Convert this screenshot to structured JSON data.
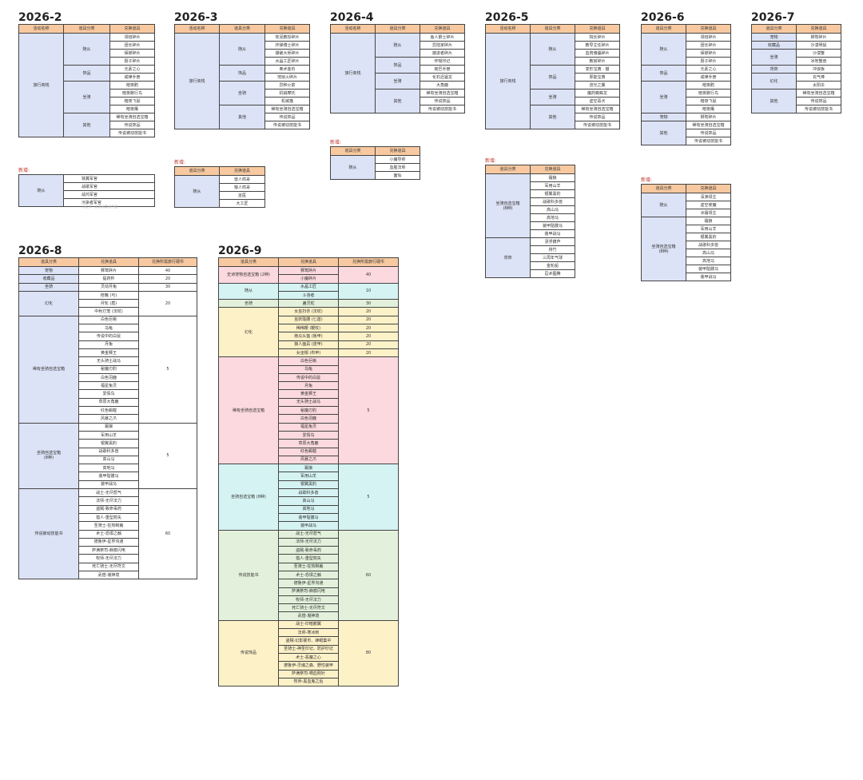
{
  "months": [
    {
      "title": "2026-2",
      "headers": [
        "活动名称",
        "道具分类",
        "兑换道具"
      ],
      "activity": "旅行商栈",
      "groups": [
        {
          "name": "随从",
          "items": [
            "领班碎片",
            "团长碎片",
            "保镖碎片",
            "厨子碎片"
          ]
        },
        {
          "name": "饰品",
          "items": [
            "元素之心",
            "咸律手册"
          ]
        },
        {
          "name": "坐骑",
          "items": [
            "暗夜鹳",
            "暗夜跑行鸟",
            "暗夜飞鼠",
            "暗夜鹰"
          ]
        },
        {
          "name": "其他",
          "items": [
            "稀有坐骑自选宝箱",
            "传说饰品",
            "传说被动技能书"
          ]
        }
      ],
      "new_label": "新增:",
      "new_groups": [
        {
          "name": "随从",
          "items": [
            "铁翼军官",
            "战歌军官",
            "战鸿军官",
            "污染者军官"
          ]
        }
      ],
      "watermark": "小红书 · 苏苏有套有手速"
    },
    {
      "title": "2026-3",
      "headers": [
        "活动名称",
        "道具分类",
        "兑换道具"
      ],
      "activity": "旅行商栈",
      "groups": [
        {
          "name": "随从",
          "items": [
            "软泥教授碎片",
            "炸弹博士碎片",
            "爆破大师碎片",
            "水晶工匠碎片"
          ]
        },
        {
          "name": "饰品",
          "items": [
            "奥术金石",
            "地狱火碎片"
          ]
        },
        {
          "name": "坐骑",
          "items": [
            "异种火箭",
            "机械摩托",
            "机械猫"
          ]
        },
        {
          "name": "其他",
          "items": [
            "稀有坐骑自选宝箱",
            "传说饰品",
            "传说被动技能书"
          ]
        }
      ],
      "new_label": "新增:",
      "new_headers": [
        "道具分类",
        "兑换道具"
      ],
      "new_groups": [
        {
          "name": "随从",
          "items": [
            "兽人鸣哥",
            "矮人鸣哥",
            "巫医",
            "大工匠"
          ]
        }
      ]
    },
    {
      "title": "2026-4",
      "headers": [
        "活动名称",
        "道具分类",
        "兑换道具"
      ],
      "activity": "旅行商栈",
      "groups": [
        {
          "name": "随从",
          "items": [
            "鱼人爵士碎片",
            "异陆家碎片",
            "旗进者碎片"
          ]
        },
        {
          "name": "饰品",
          "items": [
            "怀帽印记",
            "拖巴手册"
          ]
        },
        {
          "name": "坐骑",
          "items": [
            "化石迅猛龙",
            "大角鹿"
          ]
        },
        {
          "name": "其他",
          "items": [
            "稀有坐骑自选宝箱",
            "传说饰品",
            "传说被动技能书"
          ]
        }
      ],
      "new_label": "新增:",
      "new_headers": [
        "道具分类",
        "兑换道具"
      ],
      "new_groups": [
        {
          "name": "随从",
          "items": [
            "小魔导师",
            "血腥法师",
            "面仙"
          ]
        }
      ]
    },
    {
      "title": "2026-5",
      "headers": [
        "活动名称",
        "道具分类",
        "兑换道具"
      ],
      "activity": "旅行商栈",
      "groups": [
        {
          "name": "随从",
          "items": [
            "院长碎片",
            "教导主任碎片",
            "血肉傀儡碎片",
            "教官碎片"
          ]
        },
        {
          "name": "饰品",
          "items": [
            "变形宝典 · 猫",
            "邪能宝典",
            "流光之翼"
          ]
        },
        {
          "name": "坐骑",
          "items": [
            "魔药蜘蛛龙",
            "虚空恶犬"
          ]
        },
        {
          "name": "其他",
          "items": [
            "稀有坐骑自选宝箱",
            "传说饰品",
            "传说被动技能书"
          ]
        }
      ],
      "new_label": "新增:",
      "new_headers": [
        "道具分类",
        "兑换道具"
      ],
      "new_groups": [
        {
          "name": "坐骑自选宝箱\n(8种)",
          "items": [
            "霜狼",
            "军用山羊",
            "银翼黑豹",
            "战歌科多兽",
            "高山马",
            "高地马",
            "装甲骷髅马",
            "装甲战马"
          ]
        },
        {
          "name": "背饰",
          "items": [
            "漂浮葫芦",
            "将竹",
            "三周年气球",
            "金轮船",
            "忍术图腾"
          ]
        }
      ]
    },
    {
      "title": "2026-6",
      "headers": [
        "道具分类",
        "兑换道具"
      ],
      "groups": [
        {
          "name": "随从",
          "items": [
            "领班碎片",
            "团长碎片",
            "保镖碎片",
            "厨子碎片"
          ]
        },
        {
          "name": "饰品",
          "items": [
            "元素之心",
            "咸律手册"
          ]
        },
        {
          "name": "坐骑",
          "items": [
            "暗夜鹳",
            "暗夜跑行鸟",
            "暗夜飞鼠",
            "暗夜鹰"
          ]
        },
        {
          "name": "宠物",
          "items": [
            "狮鹫碎片"
          ]
        },
        {
          "name": "其他",
          "items": [
            "稀有坐骑自选宝箱",
            "传说饰品",
            "传说被动技能书"
          ]
        }
      ],
      "new_label": "新增:",
      "new_headers": [
        "道具分类",
        "兑换道具"
      ],
      "new_groups": [
        {
          "name": "随从",
          "items": [
            "深渊领主",
            "虚空使魔",
            "冰霜领主"
          ]
        },
        {
          "name": "坐骑自选宝箱\n(8种)",
          "items": [
            "霜狼",
            "军用山羊",
            "银翼黑豹",
            "战歌科多兽",
            "高山马",
            "高地马",
            "装甲骷髅马",
            "装甲战马"
          ]
        }
      ]
    },
    {
      "title": "2026-7",
      "headers": [
        "道具分类",
        "兑换道具"
      ],
      "groups": [
        {
          "name": "宠物",
          "items": [
            "狮鹫碎片"
          ]
        },
        {
          "name": "收藏品",
          "items": [
            "沙漠明鼠"
          ]
        },
        {
          "name": "坐骑",
          "items": [
            "沙漠蟹",
            "冰地蟹兽"
          ]
        },
        {
          "name": "背饰",
          "items": [
            "冲浪板"
          ]
        },
        {
          "name": "幻化",
          "items": [
            "充气棒",
            "太阳伞"
          ]
        },
        {
          "name": "其他",
          "items": [
            "稀有坐骑自选宝箱",
            "传说饰品",
            "传说被动技能书"
          ]
        }
      ]
    },
    {
      "title": "2026-8",
      "headers": [
        "道具分类",
        "兑换道具",
        "兑换所需旅行硬币"
      ],
      "groups": [
        {
          "name": "宠物",
          "items": [
            "狮鹫碎片"
          ],
          "cost": "40"
        },
        {
          "name": "收藏品",
          "items": [
            "提药杵"
          ],
          "cost": "20"
        },
        {
          "name": "坐骑",
          "items": [
            "灵动月兔"
          ],
          "cost": "30"
        },
        {
          "name": "幻化",
          "items": [
            "桂魄 (弓)",
            "月轮 (盾)",
            "中秋灯笼 (法杖)"
          ],
          "cost": "20"
        },
        {
          "name": "稀有坐骑自选宝箱",
          "items": [
            "白色巨蜥",
            "乌龟",
            "传说中的白鼠",
            "月兔",
            "黄金狮王",
            "无头骑士战马",
            "秘魔刃豹",
            "白色羽鹿",
            "福星兔灵",
            "爱情鸟",
            "草原大角鹿",
            "红色蝎蝗",
            "风暴之爪"
          ],
          "cost": "5"
        },
        {
          "name": "坐骑自选宝箱\n(8种)",
          "items": [
            "霜狼",
            "军用山羊",
            "银翼黑豹",
            "战歌科多兽",
            "高山马",
            "高地马",
            "装甲骷髅马",
            "装甲战马"
          ],
          "cost": "5"
        },
        {
          "name": "传说被动技能书",
          "items": [
            "战士-无尽怒气",
            "法师-无尽法力",
            "盗贼-致命毒药",
            "猎人-重型箭矢",
            "圣骑士-狂热制裁",
            "术士-恐惧之触",
            "德鲁伊-星界沟通",
            "萨满祭司-麻痹闪电",
            "牧师-无尽法力",
            "死亡骑士-无尽符文",
            "武僧-凝神境"
          ],
          "cost": "60"
        }
      ]
    },
    {
      "title": "2026-9",
      "headers": [
        "道具分类",
        "兑换道具",
        "兑换所需旅行硬币"
      ],
      "groups": [
        {
          "name": "史诗宠物自选宝箱 (2种)",
          "items": [
            "狮鹫碎片",
            "小魔碎片"
          ],
          "cost": "40",
          "color": "pink"
        },
        {
          "name": "随从",
          "items": [
            "水晶工匠",
            "斗违者"
          ],
          "cost": "10",
          "color": "cyan"
        },
        {
          "name": "坐骑",
          "items": [
            "蛊灵蛇"
          ],
          "cost": "30",
          "color": "green"
        },
        {
          "name": "幻化",
          "items": [
            "女巫扫帚 (法杖)",
            "巫妖骷髅 (匕首)",
            "稀稀鞭 (鞭杖)",
            "南瓜头盔 (板甲)",
            "狼人面具 (皮甲)",
            "女巫帽 (布甲)"
          ],
          "costs": [
            "20",
            "20",
            "20",
            "20",
            "20",
            "20"
          ],
          "color": "yellow"
        },
        {
          "name": "稀有坐骑自选宝箱",
          "items": [
            "白色巨蜥",
            "乌龟",
            "传说中的白鼠",
            "月兔",
            "黄金狮王",
            "无头骑士战马",
            "秘魔刃豹",
            "白色羽鹿",
            "福星兔灵",
            "爱情鸟",
            "草原大角鹿",
            "红色蝎蝗",
            "风暴之爪"
          ],
          "cost": "5",
          "color": "pink"
        },
        {
          "name": "坐骑自选宝箱 (8种)",
          "items": [
            "霜狼",
            "军用山羊",
            "银翼黑豹",
            "战歌科多兽",
            "高山马",
            "高地马",
            "装甲骷髅马",
            "装甲战马"
          ],
          "cost": "5",
          "color": "cyan"
        },
        {
          "name": "传说技能书",
          "items": [
            "战士-无尽怒气",
            "法师-无尽法力",
            "盗贼-致命毒药",
            "猎人-重型箭矢",
            "圣骑士-狂热制裁",
            "术士-恐惧之触",
            "德鲁伊-星界沟通",
            "萨满祭司-麻痹闪电",
            "牧师-无尽法力",
            "死亡骑士-无尽符文",
            "武僧-凝神境"
          ],
          "cost": "60",
          "color": "green"
        },
        {
          "name": "传说饰品",
          "items": [
            "战士-印暗鹏翼",
            "法师-寒冰刺",
            "盗贼-幻影硬币、蜂眼集中",
            "圣骑士-神圣印记、防护印记",
            "术士-恶魔之心",
            "德鲁伊-灵魂之森、野性装甲",
            "萨满祭司-啸血刚针",
            "牧师-黑血鬼之后"
          ],
          "cost": "80",
          "color": "yellow"
        }
      ]
    }
  ]
}
